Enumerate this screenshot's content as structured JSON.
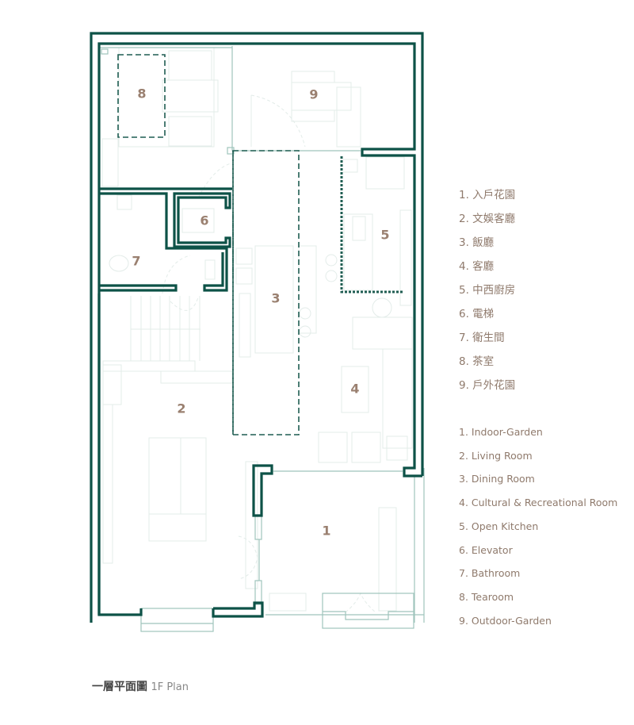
{
  "plan": {
    "title_zh": "一層平面圖",
    "title_en": "1F Plan",
    "colors": {
      "wall": "#0d5247",
      "label": "#9a8070",
      "legend_text": "#8f7a6c"
    }
  },
  "rooms": [
    {
      "num": "1",
      "zh": "入戶花園",
      "en": "Indoor-Garden"
    },
    {
      "num": "2",
      "zh": "文娛客廳",
      "en": "Living Room"
    },
    {
      "num": "3",
      "zh": "飯廳",
      "en": "Dining Room"
    },
    {
      "num": "4",
      "zh": "客廳",
      "en": "Cultural & Recreational Room"
    },
    {
      "num": "5",
      "zh": "中西廚房",
      "en": "Open Kitchen"
    },
    {
      "num": "6",
      "zh": "電梯",
      "en": "Elevator"
    },
    {
      "num": "7",
      "zh": "衛生間",
      "en": "Bathroom"
    },
    {
      "num": "8",
      "zh": "茶室",
      "en": "Tearoom"
    },
    {
      "num": "9",
      "zh": "戶外花園",
      "en": "Outdoor-Garden"
    }
  ],
  "legend_zh": [
    "1. 入戶花園",
    "2. 文娛客廳",
    "3. 飯廳",
    "4. 客廳",
    "5. 中西廚房",
    "6. 電梯",
    "7. 衛生間",
    "8. 茶室",
    "9. 戶外花園"
  ],
  "legend_en": [
    "1. Indoor-Garden",
    "2. Living Room",
    "3. Dining Room",
    "4. Cultural & Recreational Room",
    "5. Open Kitchen",
    "6. Elevator",
    "7. Bathroom",
    "8. Tearoom",
    "9. Outdoor-Garden"
  ]
}
